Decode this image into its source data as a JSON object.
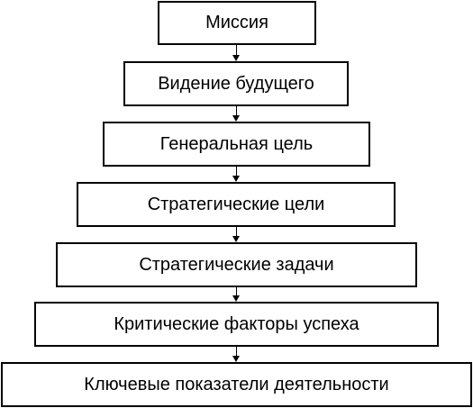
{
  "diagram": {
    "levels": [
      {
        "label": "Миссия"
      },
      {
        "label": "Видение будущего"
      },
      {
        "label": "Генеральная цель"
      },
      {
        "label": "Стратегические цели"
      },
      {
        "label": "Стратегические задачи"
      },
      {
        "label": "Критические факторы успеха"
      },
      {
        "label": "Ключевые показатели деятельности"
      }
    ]
  }
}
